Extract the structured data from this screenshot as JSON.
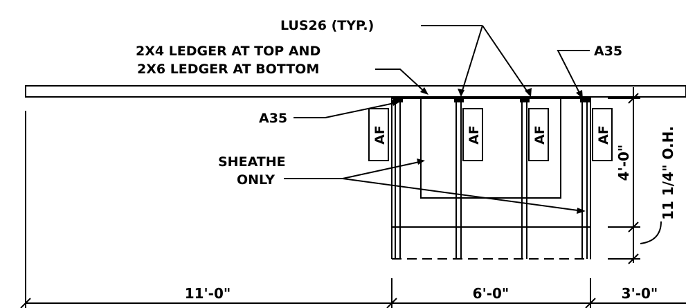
{
  "labels": {
    "lus26": "LUS26 (TYP.)",
    "ledger_line1": "2X4 LEDGER AT TOP AND",
    "ledger_line2": "2X6 LEDGER AT BOTTOM",
    "a35_right": "A35",
    "a35_left": "A35",
    "sheathe_line1": "SHEATHE",
    "sheathe_line2": "ONLY"
  },
  "panels": [
    {
      "text": "AF"
    },
    {
      "text": "AF"
    },
    {
      "text": "AF"
    },
    {
      "text": "AF"
    }
  ],
  "dimensions": {
    "left": "11'-0\"",
    "middle": "6'-0\"",
    "right": "3'-0\"",
    "height": "4'-0\"",
    "overhang": "11 1/4\" O.H."
  }
}
